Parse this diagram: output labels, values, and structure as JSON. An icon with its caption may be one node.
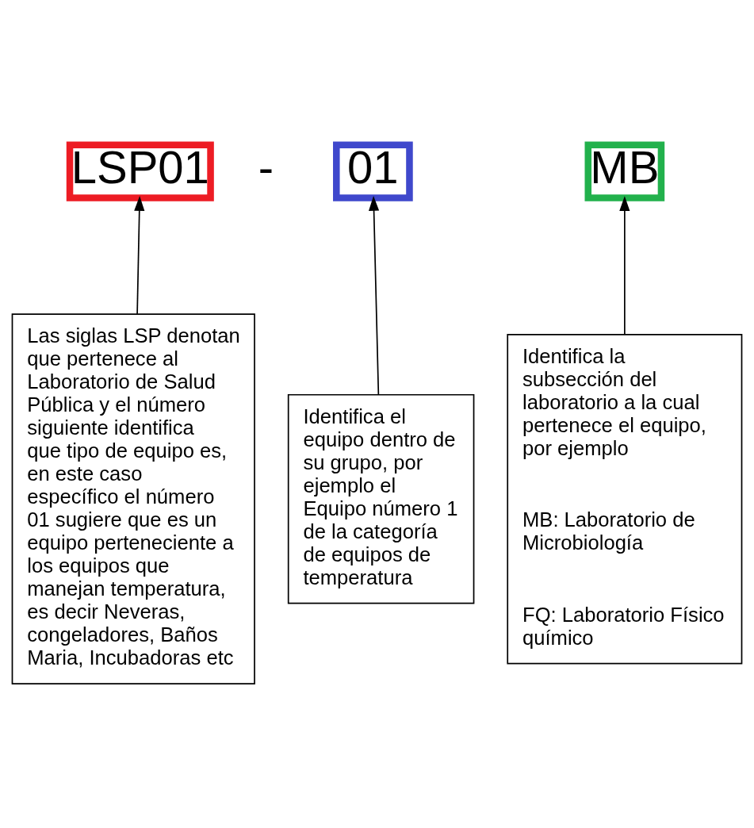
{
  "diagram": {
    "nodes": [
      {
        "text": [
          "LSP01"
        ]
      },
      {
        "text": [
          "01"
        ]
      },
      {
        "text": [
          "MB"
        ]
      },
      {
        "text": [
          "Las siglas LSP denotan que pertenece al Laboratorio de Salud Pública y el número siguiente identifica que tipo de equipo es, en este caso específico el número 01 sugiere que es un equipo perteneciente a los equipos que manejan temperatura, es decir Neveras, congeladores, Baños Maria, Incubadoras etc"
        ]
      },
      {
        "text": [
          "Identifica el equipo dentro de su grupo, por ejemplo el Equipo número 1 de la categoría de equipos de temperatura"
        ]
      },
      {
        "text": [
          "Identifica la subsección del laboratorio a la cual pertenece el equipo, por ejemplo",
          "MB: Laboratorio de Microbiología",
          "FQ: Laboratorio Físico químico"
        ]
      }
    ],
    "edges": [
      {
        "from": 3,
        "to": 0,
        "arrow": "to"
      },
      {
        "from": 4,
        "to": 1,
        "arrow": "to"
      },
      {
        "from": 5,
        "to": 2,
        "arrow": "to"
      }
    ],
    "labels": [
      "-"
    ]
  }
}
